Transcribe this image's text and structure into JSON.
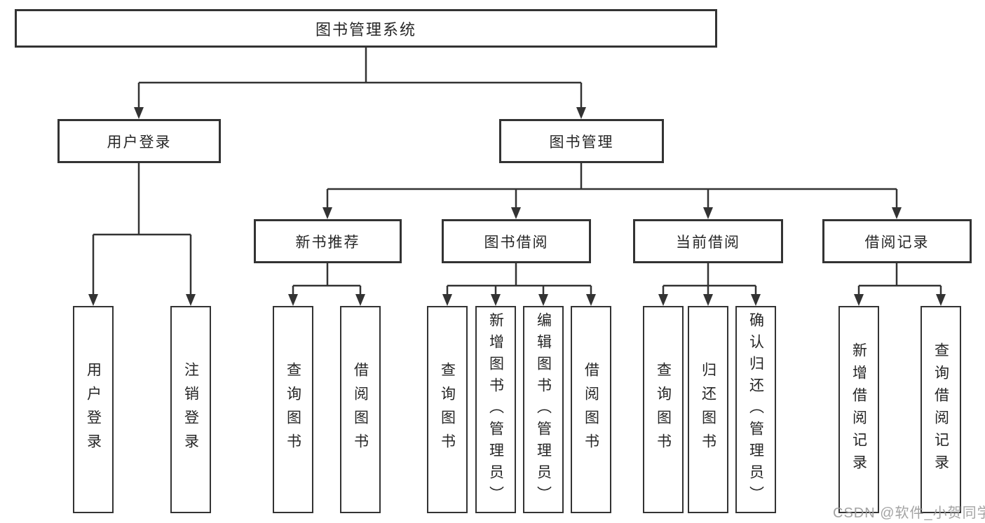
{
  "diagram_title": "图书管理系统",
  "tree": {
    "root": {
      "label": "图书管理系统"
    },
    "branches": [
      {
        "label": "用户登录",
        "children": [
          {
            "label": "用户登录"
          },
          {
            "label": "注销登录"
          }
        ]
      },
      {
        "label": "图书管理",
        "children": [
          {
            "label": "新书推荐",
            "children": [
              {
                "label": "查询图书"
              },
              {
                "label": "借阅图书"
              }
            ]
          },
          {
            "label": "图书借阅",
            "children": [
              {
                "label": "查询图书"
              },
              {
                "label": "新增图书（管理员）"
              },
              {
                "label": "编辑图书（管理员）"
              },
              {
                "label": "借阅图书"
              }
            ]
          },
          {
            "label": "当前借阅",
            "children": [
              {
                "label": "查询图书"
              },
              {
                "label": "归还图书"
              },
              {
                "label": "确认归还（管理员）"
              }
            ]
          },
          {
            "label": "借阅记录",
            "children": [
              {
                "label": "新增借阅记录"
              },
              {
                "label": "查询借阅记录"
              }
            ]
          }
        ]
      }
    ]
  },
  "watermark": {
    "text": "CSDN @软件_小贺同学"
  },
  "colors": {
    "line": "#333333",
    "text": "#262626",
    "watermark": "#9c9c9c",
    "background": "#ffffff"
  }
}
